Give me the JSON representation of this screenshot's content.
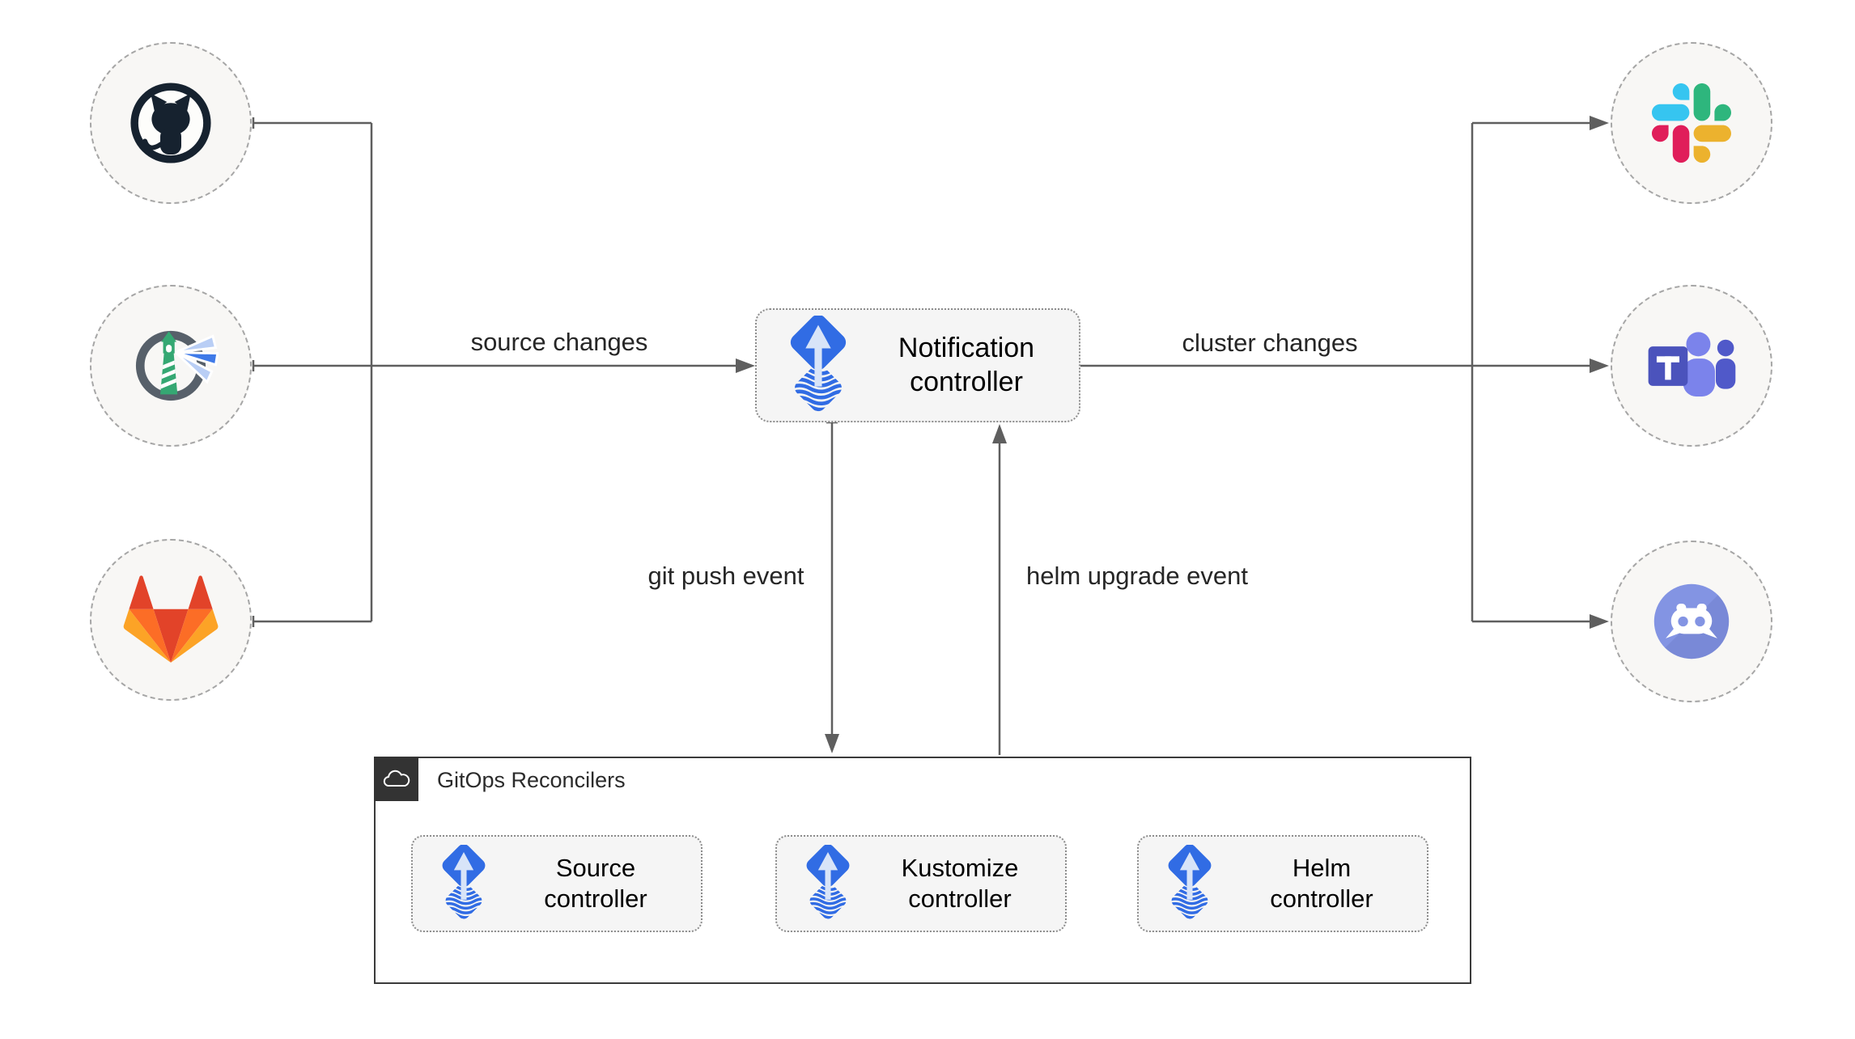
{
  "colors": {
    "canvas_bg": "#ffffff",
    "circle_bg": "#f8f7f5",
    "circle_border": "#a6a6a6",
    "box_bg": "#f5f5f5",
    "box_border": "#8c8c8c",
    "group_border": "#3b3b3b",
    "badge_bg": "#333333",
    "line_gray": "#5f5f5f",
    "label_color": "#262626",
    "flux_blue": "#316ce4",
    "flux_arrow_light": "#d8e4f8",
    "github_navy": "#16222f",
    "harbor_green": "#35a873",
    "harbor_gray": "#57606a",
    "harbor_beam_blue": "#3f7ae8",
    "harbor_beam_light": "#b9cef5",
    "gitlab_red": "#e24329",
    "gitlab_orange": "#fc6d26",
    "gitlab_yellow": "#fca326",
    "slack_blue": "#36c5f0",
    "slack_green": "#2eb67d",
    "slack_pink": "#e01e5a",
    "slack_yellow": "#ecb22e",
    "teams_purple": "#4b53bc",
    "teams_light": "#7b83eb",
    "teams_dark": "#5059c9",
    "discord_blurple": "#8394e3"
  },
  "nodes": {
    "sources": [
      {
        "name": "GitHub",
        "icon": "github-icon"
      },
      {
        "name": "Harbor",
        "icon": "harbor-icon"
      },
      {
        "name": "GitLab",
        "icon": "gitlab-icon"
      }
    ],
    "notification": {
      "line1": "Notification",
      "line2": "controller"
    },
    "targets": [
      {
        "name": "Slack",
        "icon": "slack-icon"
      },
      {
        "name": "Microsoft Teams",
        "icon": "teams-icon"
      },
      {
        "name": "Discord",
        "icon": "discord-icon"
      }
    ],
    "reconcilers": {
      "group_label": "GitOps Reconcilers",
      "items": [
        {
          "line1": "Source",
          "line2": "controller"
        },
        {
          "line1": "Kustomize",
          "line2": "controller"
        },
        {
          "line1": "Helm",
          "line2": "controller"
        }
      ]
    }
  },
  "edges": {
    "source_changes": "source changes",
    "cluster_changes": "cluster changes",
    "git_push_event": "git push event",
    "helm_upgrade_event": "helm upgrade event"
  }
}
